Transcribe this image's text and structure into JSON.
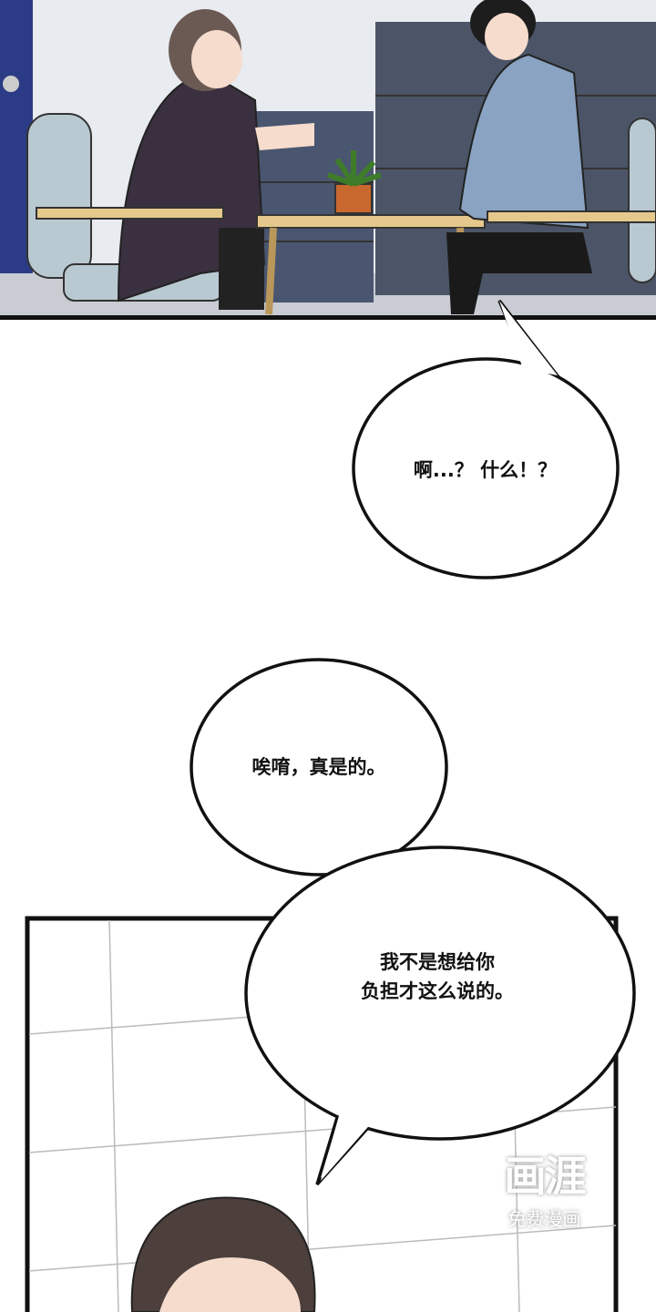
{
  "bubbles": [
    {
      "text": "啊...？ 什么！？"
    },
    {
      "text": "唉唷，真是的。"
    },
    {
      "line1": "我不是想给你",
      "line2": "负担才这么说的。"
    }
  ],
  "watermark": {
    "logo": "画涯",
    "tagline": "免费漫画"
  },
  "colors": {
    "ink": "#111111",
    "wall": "#e9ecf2",
    "cabinet": "#4a5566"
  }
}
